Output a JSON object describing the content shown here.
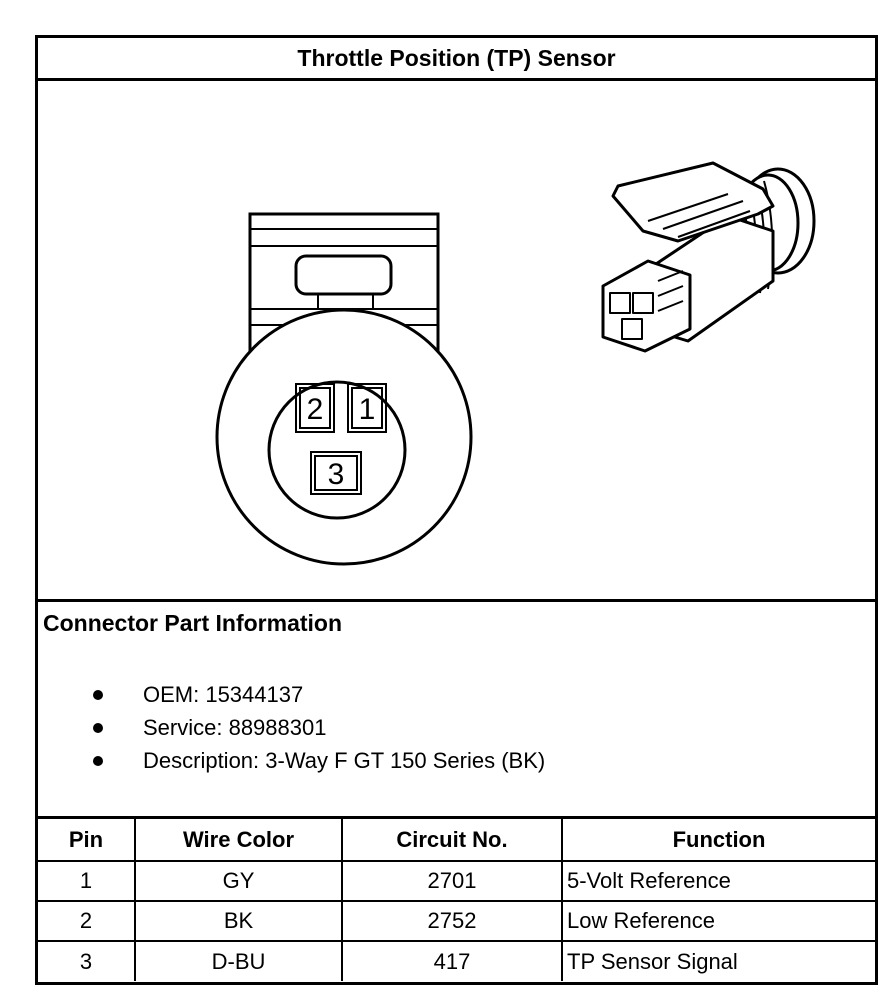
{
  "title": "Throttle Position (TP) Sensor",
  "diagram": {
    "pin_labels": [
      "2",
      "1",
      "3"
    ]
  },
  "info": {
    "heading": "Connector Part Information",
    "items": [
      "OEM: 15344137",
      "Service: 88988301",
      "Description: 3-Way F GT 150 Series (BK)"
    ]
  },
  "table": {
    "headers": [
      "Pin",
      "Wire Color",
      "Circuit No.",
      "Function"
    ],
    "rows": [
      [
        "1",
        "GY",
        "2701",
        "5-Volt Reference"
      ],
      [
        "2",
        "BK",
        "2752",
        "Low Reference"
      ],
      [
        "3",
        "D-BU",
        "417",
        "TP Sensor Signal"
      ]
    ]
  }
}
